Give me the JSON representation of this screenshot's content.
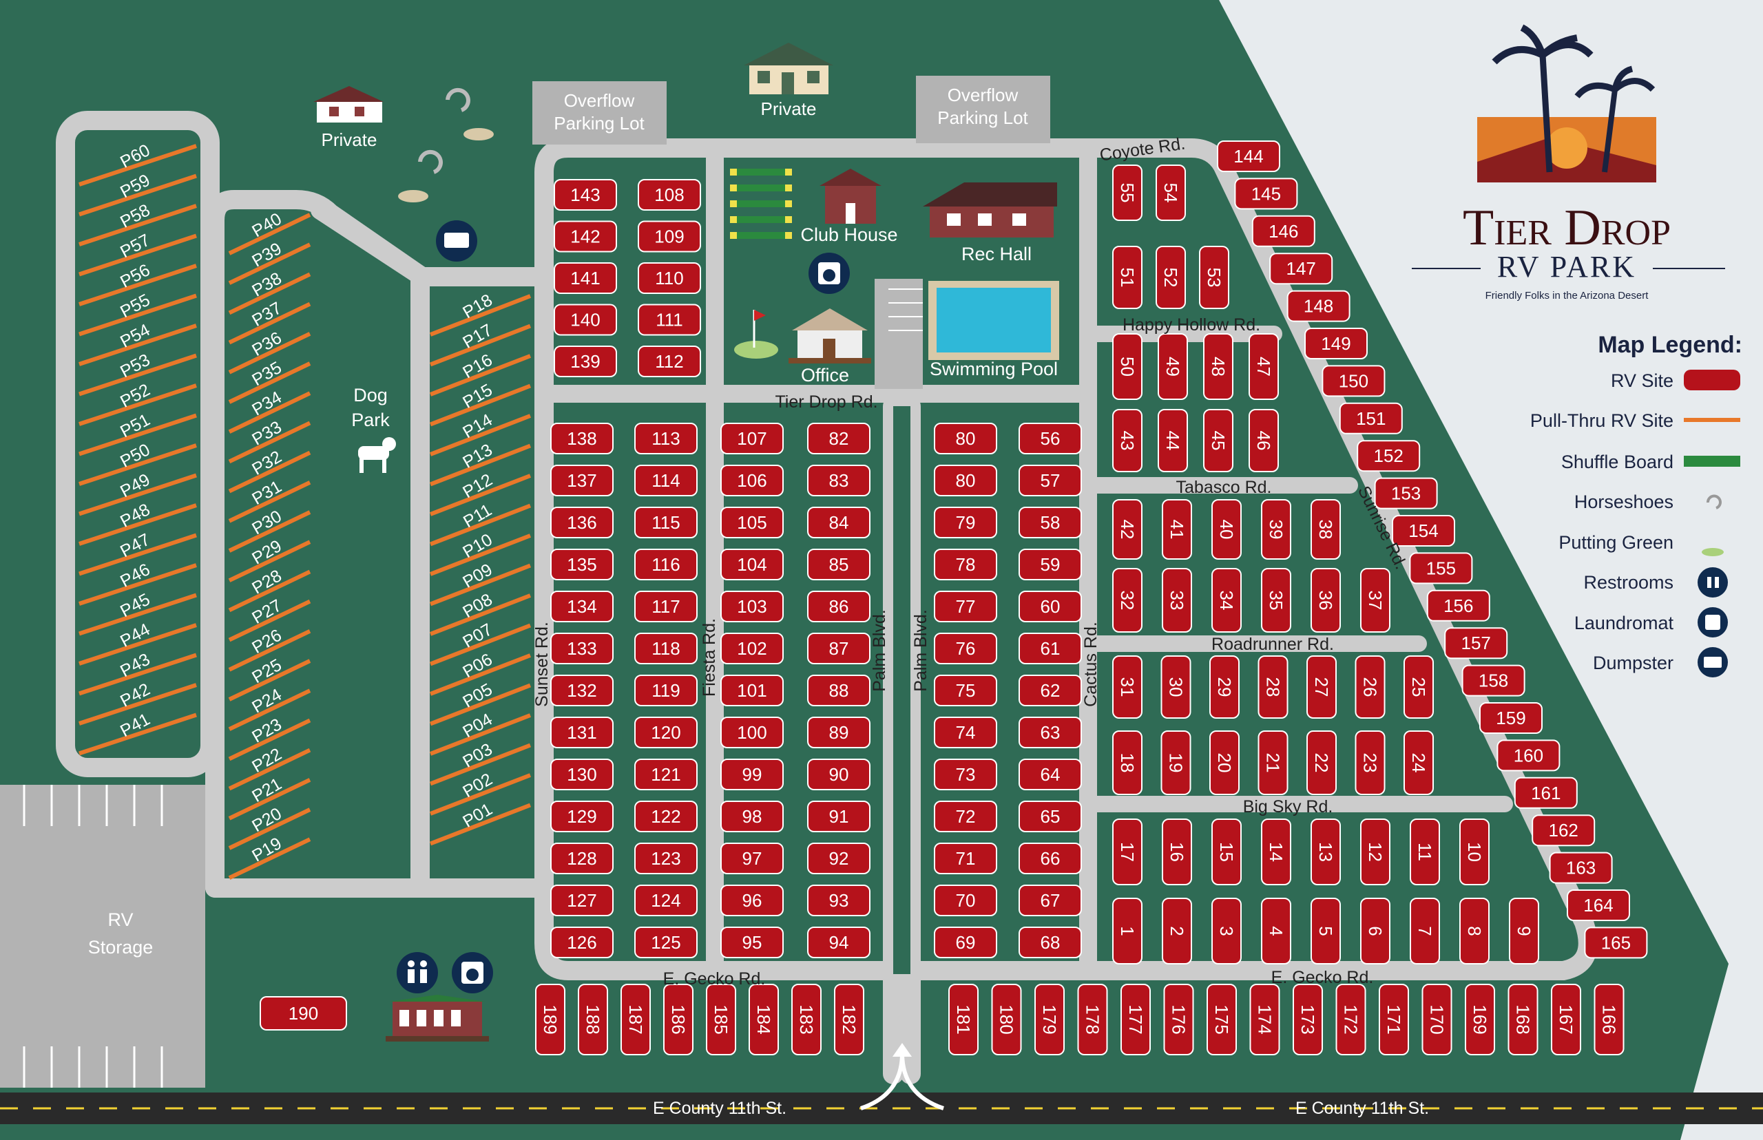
{
  "park": {
    "name_line1": "Tier Drop",
    "name_line2": "RV PARK",
    "tagline": "Friendly Folks in the Arizona Desert"
  },
  "legend": {
    "title": "Map Legend:",
    "items": [
      "RV Site",
      "Pull-Thru RV Site",
      "Shuffle Board",
      "Horseshoes",
      "Putting Green",
      "Restrooms",
      "Laundromat",
      "Dumpster"
    ]
  },
  "colors": {
    "grass": "#2f6b55",
    "road": "#cccccc",
    "site": "#b5121b",
    "pullthru": "#e8782a",
    "pool": "#2fb8d8",
    "white_bg": "#e7ebee"
  },
  "labels": {
    "overflow1": [
      "Overflow",
      "Parking Lot"
    ],
    "overflow2": [
      "Overflow",
      "Parking Lot"
    ],
    "private1": "Private",
    "private2": "Private",
    "club_house": "Club House",
    "rec_hall": "Rec Hall",
    "office": "Office",
    "pool": "Swimming Pool",
    "dog_park": [
      "Dog",
      "Park"
    ],
    "rv_storage": [
      "RV",
      "Storage"
    ]
  },
  "roads": {
    "coyote": "Coyote Rd.",
    "happy_hollow": "Happy Hollow Rd.",
    "tier_drop": "Tier Drop Rd.",
    "tabasco": "Tabasco Rd.",
    "roadrunner": "Roadrunner Rd.",
    "big_sky": "Big Sky Rd.",
    "gecko1": "E. Gecko Rd.",
    "gecko2": "E. Gecko Rd.",
    "sunset": "Sunset Rd.",
    "fiesta": "Fiesta Rd.",
    "palm1": "Palm Blvd.",
    "palm2": "Palm Blvd.",
    "cactus": "Cactus Rd.",
    "sunrise": "Sunrise Rd.",
    "county1": "E County 11th St.",
    "county2": "E County 11th St."
  },
  "sites": {
    "col_a1": [
      "143",
      "142",
      "141",
      "140",
      "139"
    ],
    "col_a2": [
      "108",
      "109",
      "110",
      "111",
      "112"
    ],
    "col_b": [
      "138",
      "137",
      "136",
      "135",
      "134",
      "133",
      "132",
      "131",
      "130",
      "129",
      "128",
      "127",
      "126"
    ],
    "col_c": [
      "113",
      "114",
      "115",
      "116",
      "117",
      "118",
      "119",
      "120",
      "121",
      "122",
      "123",
      "124",
      "125"
    ],
    "col_d": [
      "107",
      "106",
      "105",
      "104",
      "103",
      "102",
      "101",
      "100",
      "99",
      "98",
      "97",
      "96",
      "95"
    ],
    "col_e": [
      "82",
      "83",
      "84",
      "85",
      "86",
      "87",
      "88",
      "89",
      "90",
      "91",
      "92",
      "93",
      "94"
    ],
    "col_f": [
      "80",
      "80",
      "79",
      "78",
      "77",
      "76",
      "75",
      "74",
      "73",
      "72",
      "71",
      "70",
      "69"
    ],
    "col_g": [
      "56",
      "57",
      "58",
      "59",
      "60",
      "61",
      "62",
      "63",
      "64",
      "65",
      "66",
      "67",
      "68"
    ],
    "diag": [
      "144",
      "145",
      "146",
      "147",
      "148",
      "149",
      "150",
      "151",
      "152",
      "153",
      "154",
      "155",
      "156",
      "157",
      "158",
      "159",
      "160",
      "161",
      "162",
      "163",
      "164",
      "165"
    ],
    "row_top1": [
      "55",
      "54"
    ],
    "row_top2": [
      "51",
      "52",
      "53"
    ],
    "row_hh": [
      "50",
      "49",
      "48",
      "47"
    ],
    "row_hh2": [
      "43",
      "44",
      "45",
      "46"
    ],
    "row_tab": [
      "42",
      "41",
      "40",
      "39",
      "38"
    ],
    "row_tab2": [
      "32",
      "33",
      "34",
      "35",
      "36",
      "37"
    ],
    "row_rr": [
      "31",
      "30",
      "29",
      "28",
      "27",
      "26",
      "25"
    ],
    "row_rr2": [
      "18",
      "19",
      "20",
      "21",
      "22",
      "23",
      "24"
    ],
    "row_bs": [
      "17",
      "16",
      "15",
      "14",
      "13",
      "12",
      "11",
      "10"
    ],
    "row_bs2": [
      "1",
      "2",
      "3",
      "4",
      "5",
      "6",
      "7",
      "8",
      "9"
    ],
    "bottom_left": [
      "189",
      "188",
      "187",
      "186",
      "185",
      "184",
      "183",
      "182"
    ],
    "bottom_right": [
      "181",
      "180",
      "179",
      "178",
      "177",
      "176",
      "175",
      "174",
      "173",
      "172",
      "171",
      "170",
      "169",
      "168",
      "167",
      "166"
    ],
    "single": "190",
    "pull_outer": [
      "P60",
      "P59",
      "P58",
      "P57",
      "P56",
      "P55",
      "P54",
      "P53",
      "P52",
      "P51",
      "P50",
      "P49",
      "P48",
      "P47",
      "P46",
      "P45",
      "P44",
      "P43",
      "P42",
      "P41"
    ],
    "pull_mid": [
      "P40",
      "P39",
      "P38",
      "P37",
      "P36",
      "P35",
      "P34",
      "P33",
      "P32",
      "P31",
      "P30",
      "P29",
      "P28",
      "P27",
      "P26",
      "P25",
      "P24",
      "P23",
      "P22",
      "P21",
      "P20",
      "P19"
    ],
    "pull_inner": [
      "P18",
      "P17",
      "P16",
      "P15",
      "P14",
      "P13",
      "P12",
      "P11",
      "P10",
      "P09",
      "P08",
      "P07",
      "P06",
      "P05",
      "P04",
      "P03",
      "P02",
      "P01"
    ]
  }
}
